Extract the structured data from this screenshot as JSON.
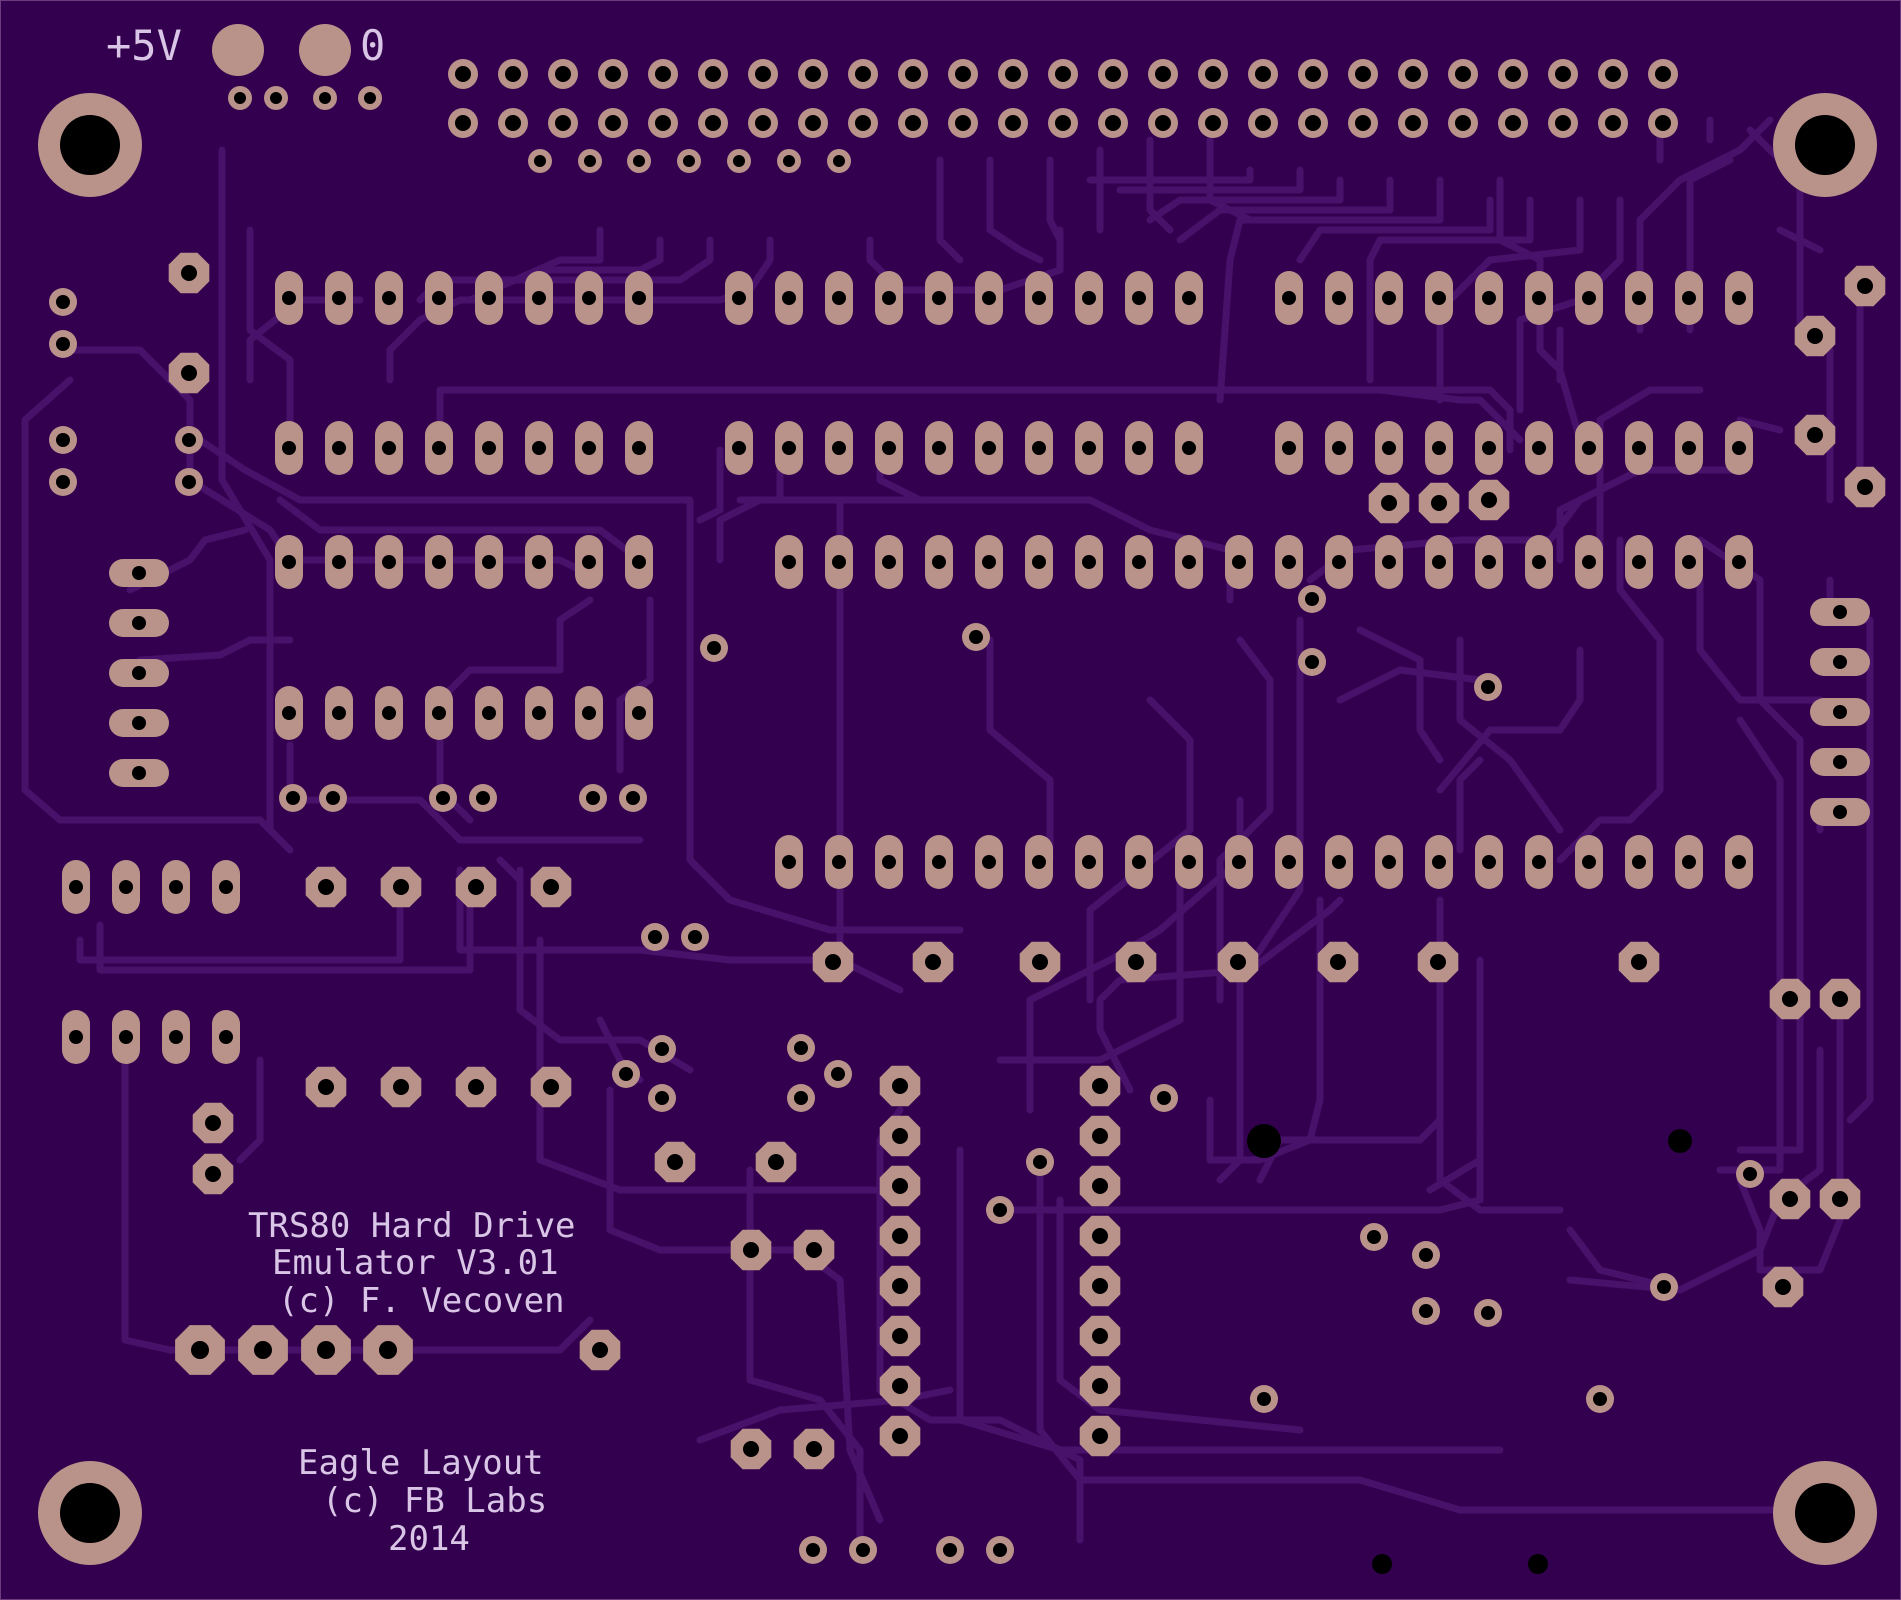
{
  "colors": {
    "board": "#33004f",
    "trace": "#48116a",
    "pad": "#b9928a",
    "drill": "#000000",
    "silkscreen": "#d9c6e6"
  },
  "power_labels": {
    "plus": "+5V",
    "ground": "0"
  },
  "board_title": {
    "line1": "TRS80 Hard Drive",
    "line2": "Emulator  V3.01",
    "line3": "(c) F. Vecoven"
  },
  "credits": {
    "line1": "Eagle Layout",
    "line2": "(c) FB Labs",
    "line3": "2014"
  }
}
